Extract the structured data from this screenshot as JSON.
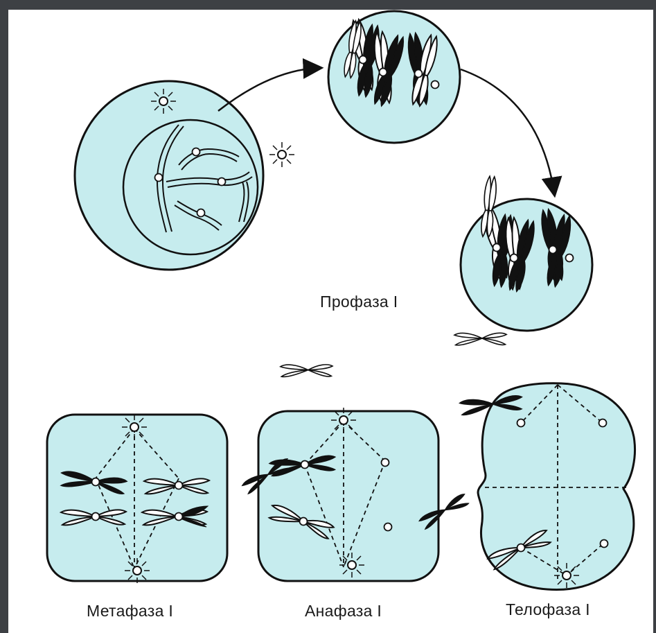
{
  "labels": {
    "prophase": "Профаза I",
    "metaphase": "Метафаза I",
    "anaphase": "Анафаза I",
    "telophase": "Телофаза I"
  },
  "colors": {
    "cell_fill": "#c6ecee",
    "outline": "#111111",
    "frame": "#3d4044",
    "background": "#ffffff"
  }
}
